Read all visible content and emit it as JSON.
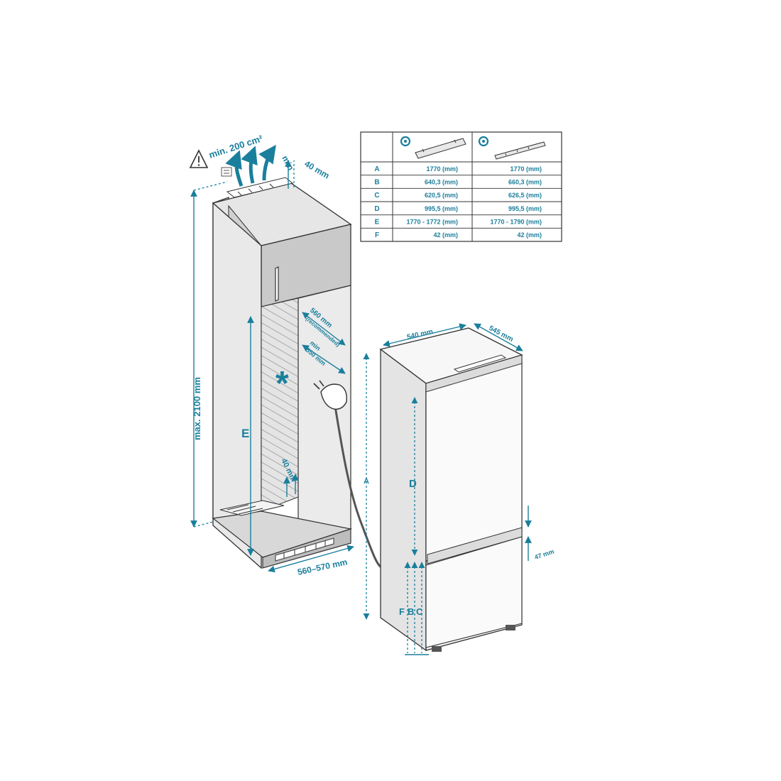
{
  "colors": {
    "accent": "#1a7f9c",
    "outline": "#333333",
    "cabinet_side": "#d6d6d6",
    "cabinet_front": "#c8c8c8",
    "fridge_face": "#f4f4f4"
  },
  "icons": [
    "warning-triangle-icon",
    "vent-grille-icon",
    "power-plug-icon",
    "cooling-asterisk-icon"
  ],
  "labels": {
    "ventilation": "min. 200 cm²",
    "top_gap_min": "min",
    "top_gap_value": "40 mm",
    "max_height": "max. 2100 mm",
    "depth_recommended": "560 mm",
    "depth_recommended_note": "(recommended)",
    "depth_min_label": "min",
    "depth_min_value": "550 mm",
    "bottom_gap": "40 mm",
    "niche_width": "560–570 mm",
    "fridge_width": "540 mm",
    "fridge_depth": "545 mm",
    "door_gap": "47 mm",
    "dim_e": "E",
    "dim_a": "A",
    "dim_d": "D",
    "dim_f": "F",
    "dim_b": "B",
    "dim_c": "C",
    "asterisk": "*"
  },
  "table": {
    "rows": [
      {
        "key": "A",
        "col1": "1770 (mm)",
        "col2": "1770 (mm)"
      },
      {
        "key": "B",
        "col1": "640,3 (mm)",
        "col2": "660,3 (mm)"
      },
      {
        "key": "C",
        "col1": "620,5 (mm)",
        "col2": "626,5 (mm)"
      },
      {
        "key": "D",
        "col1": "995,5 (mm)",
        "col2": "995,5 (mm)"
      },
      {
        "key": "E",
        "col1": "1770 - 1772 (mm)",
        "col2": "1770 - 1790 (mm)"
      },
      {
        "key": "F",
        "col1": "42 (mm)",
        "col2": "42 (mm)"
      }
    ]
  }
}
